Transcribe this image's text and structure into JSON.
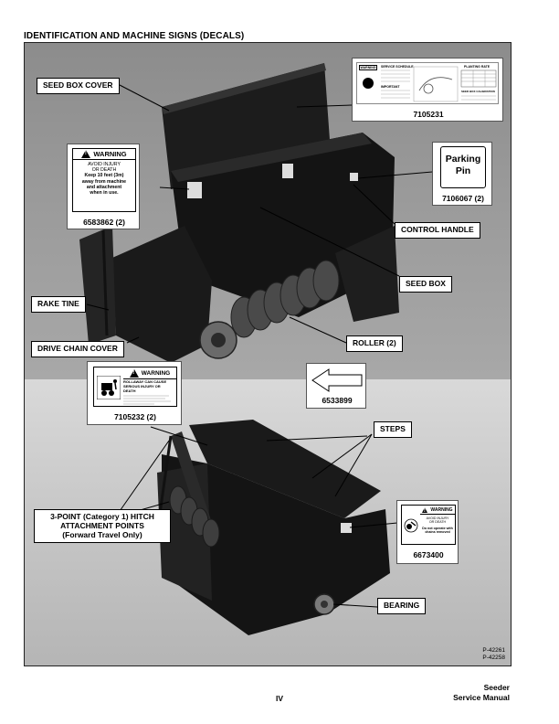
{
  "page_title": "IDENTIFICATION AND MACHINE SIGNS (DECALS)",
  "callouts": {
    "seed_box_cover": "SEED BOX COVER",
    "control_handle": "CONTROL HANDLE",
    "seed_box": "SEED BOX",
    "rake_tine": "RAKE TINE",
    "drive_chain_cover": "DRIVE CHAIN COVER",
    "roller": "ROLLER (2)",
    "steps": "STEPS",
    "hitch_line1": "3-POINT (Category 1) HITCH",
    "hitch_line2": "ATTACHMENT POINTS",
    "hitch_line3": "(Forward Travel Only)",
    "bearing": "BEARING"
  },
  "decals": {
    "d7105231": {
      "number": "7105231",
      "warning": "WARNING",
      "service_schedule": "SERVICE SCHEDULE",
      "planting_rate": "PLANTING RATE",
      "important": "IMPORTANT",
      "seed_box_calibration": "SEED BOX CALIBRATION"
    },
    "d6583862": {
      "number": "6583862 (2)",
      "warning": "WARNING",
      "line1": "AVOID INJURY",
      "line2": "OR DEATH",
      "line3": "Keep 10 feet (3m)",
      "line4": "away from machine",
      "line5": "and attachment",
      "line6": "when in use."
    },
    "d7106067": {
      "number": "7106067 (2)",
      "line1": "Parking",
      "line2": "Pin"
    },
    "d7105232": {
      "number": "7105232 (2)",
      "warning": "WARNING",
      "line1": "ROLLAWAY CAN CAUSE",
      "line2": "SERIOUS INJURY OR",
      "line3": "DEATH"
    },
    "d6533899": {
      "number": "6533899"
    },
    "d6673400": {
      "number": "6673400",
      "warning": "WARNING",
      "line1": "AVOID INJURY",
      "line2": "OR DEATH",
      "line3": "Do not operate with",
      "line4": "chains removed"
    }
  },
  "photo_refs": {
    "ref1": "P-42261",
    "ref2": "P-42258"
  },
  "footer": {
    "page_number": "IV",
    "doc_line1": "Seeder",
    "doc_line2": "Service Manual"
  }
}
